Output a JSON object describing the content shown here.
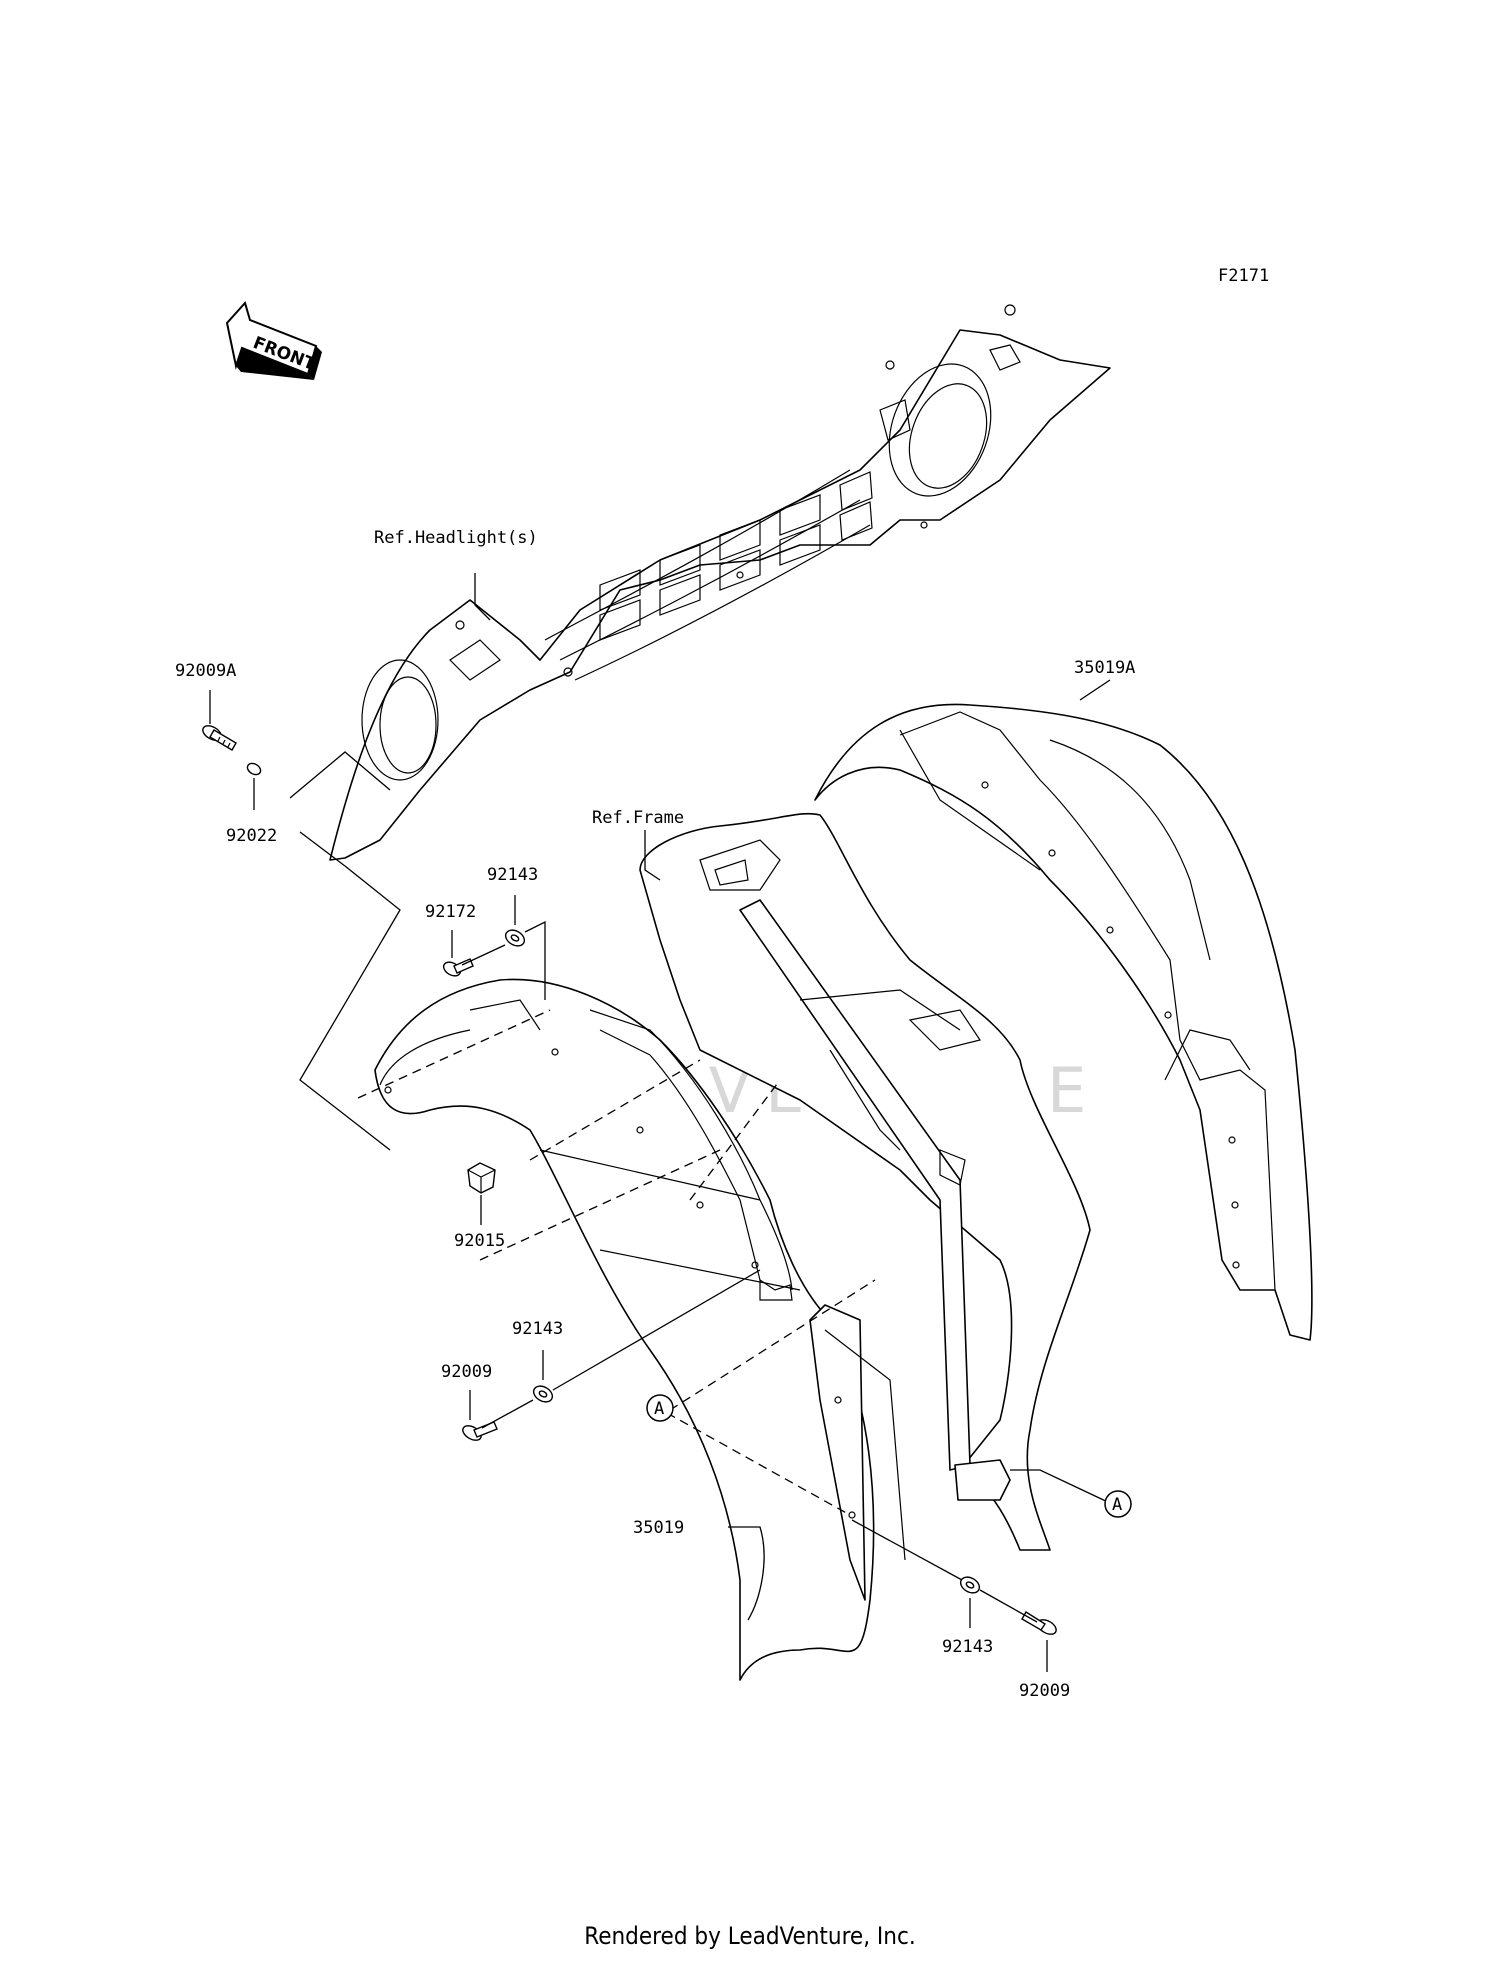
{
  "figure_code": "F2171",
  "front_arrow": {
    "text": "FRONT",
    "icon": "front-direction-arrow-icon"
  },
  "watermark": "LEADVENTURE",
  "callouts": {
    "ref_headlights": "Ref.Headlight(s)",
    "ref_frame": "Ref.Frame",
    "p35019A": "35019A",
    "p92009A": "92009A",
    "p92022": "92022",
    "p92143_top": "92143",
    "p92172": "92172",
    "p92015": "92015",
    "p92143_mid": "92143",
    "p92009_left": "92009",
    "p35019": "35019",
    "p92143_bottom": "92143",
    "p92009_bottom": "92009",
    "marker_a_left": "A",
    "marker_a_right": "A"
  },
  "footer": "Rendered by LeadVenture, Inc."
}
